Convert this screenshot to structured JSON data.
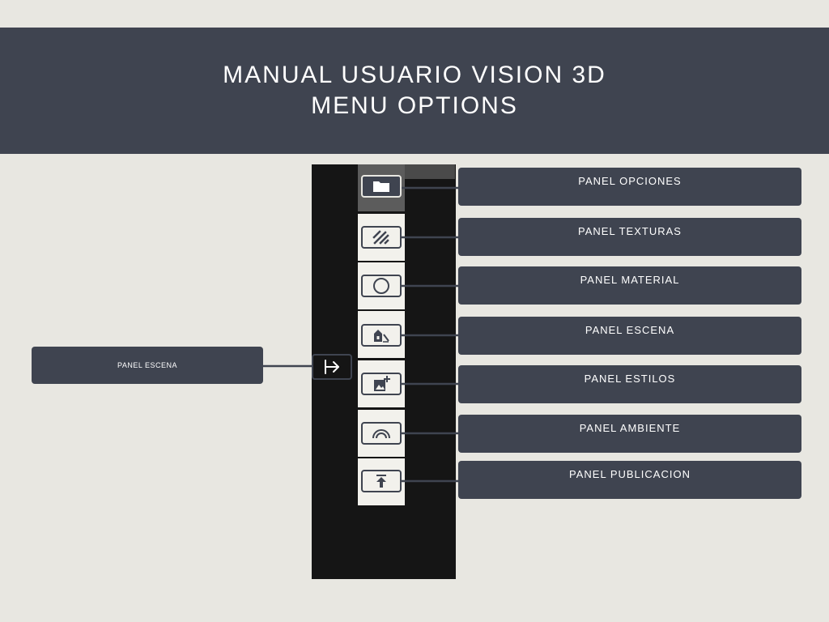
{
  "header": {
    "title": "MANUAL USUARIO VISION 3D",
    "subtitle": "MENU OPTIONS"
  },
  "colors": {
    "background": "#e8e7e1",
    "header": "#3f4450",
    "callout": "#3f4450",
    "toolbar": "#151515",
    "tool_cell": "#f2f1ec",
    "active_cell": "#5c5c5c"
  },
  "toolbar": {
    "collapse_icon": "collapse-arrow-icon",
    "tools": [
      {
        "icon": "folder-icon",
        "active": true
      },
      {
        "icon": "texture-icon",
        "active": false
      },
      {
        "icon": "material-circle-icon",
        "active": false
      },
      {
        "icon": "scene-icon",
        "active": false
      },
      {
        "icon": "add-image-icon",
        "active": false
      },
      {
        "icon": "ambient-arc-icon",
        "active": false
      },
      {
        "icon": "publish-upload-icon",
        "active": false
      }
    ]
  },
  "callouts": [
    "PANEL OPCIONES",
    "PANEL TEXTURAS",
    "PANEL MATERIAL",
    "PANEL ESCENA",
    "PANEL ESTILOS",
    "PANEL AMBIENTE",
    "PANEL PUBLICACION"
  ],
  "left_callout": "PANEL ESCENA"
}
